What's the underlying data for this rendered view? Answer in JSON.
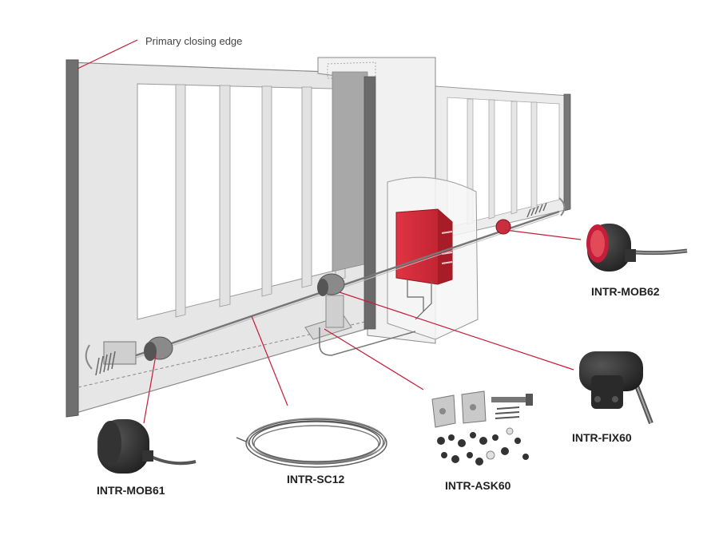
{
  "callout": {
    "primary_edge": "Primary closing edge"
  },
  "parts": {
    "mob62": "INTR-MOB62",
    "fix60": "INTR-FIX60",
    "mob61": "INTR-MOB61",
    "sc12": "INTR-SC12",
    "ask60": "INTR-ASK60"
  },
  "colors": {
    "leader": "#c41e3a",
    "motor_box": "#d42b3a",
    "gate_fill": "#e4e4e4",
    "gate_stroke": "#8a8a8a",
    "sensor_body": "#2a2a2a"
  }
}
